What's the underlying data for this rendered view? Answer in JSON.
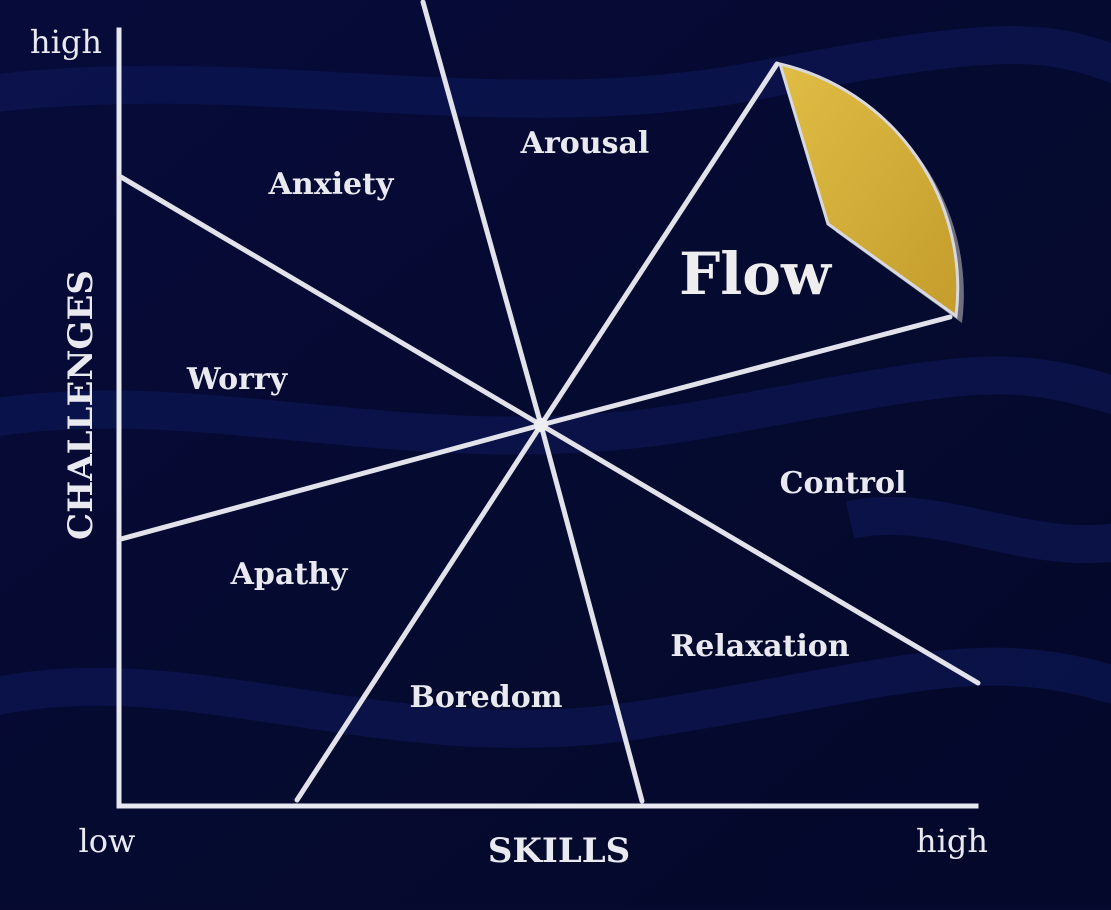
{
  "diagram": {
    "y_axis": {
      "title": "CHALLENGES",
      "high_label": "high"
    },
    "x_axis": {
      "title": "SKILLS",
      "low_label": "low",
      "high_label": "high"
    },
    "regions": {
      "arousal": "Arousal",
      "anxiety": "Anxiety",
      "flow": "Flow",
      "worry": "Worry",
      "control": "Control",
      "apathy": "Apathy",
      "relaxation": "Relaxation",
      "boredom": "Boredom"
    },
    "colors": {
      "background": "#070b35",
      "lines": "#e2e2ea",
      "flow_highlight": "#d1ad3a",
      "text": "#e9e9f0"
    }
  }
}
